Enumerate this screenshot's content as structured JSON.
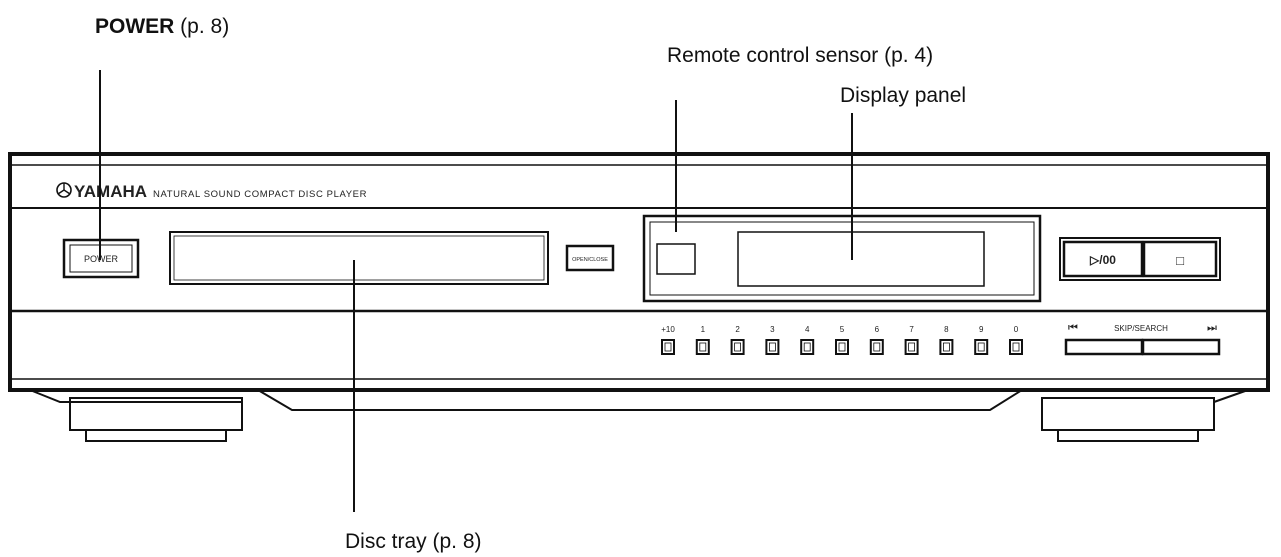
{
  "callouts": {
    "power": {
      "bold": "POWER",
      "rest": " (p. 8)"
    },
    "remote_sensor": "Remote control sensor (p. 4)",
    "display_panel": "Display panel",
    "disc_tray": "Disc tray (p. 8)"
  },
  "device": {
    "brand": "YAMAHA",
    "model_line": "NATURAL SOUND  COMPACT DISC PLAYER",
    "power_button": "POWER",
    "open_close_button": "OPEN/CLOSE",
    "play_pause_symbol": "▷/00",
    "stop_symbol": "□",
    "skip_search_label": "SKIP/SEARCH",
    "skip_back_symbol": "⏮",
    "skip_fwd_symbol": "⏭",
    "number_keys": [
      "+10",
      "1",
      "2",
      "3",
      "4",
      "5",
      "6",
      "7",
      "8",
      "9",
      "0"
    ]
  }
}
